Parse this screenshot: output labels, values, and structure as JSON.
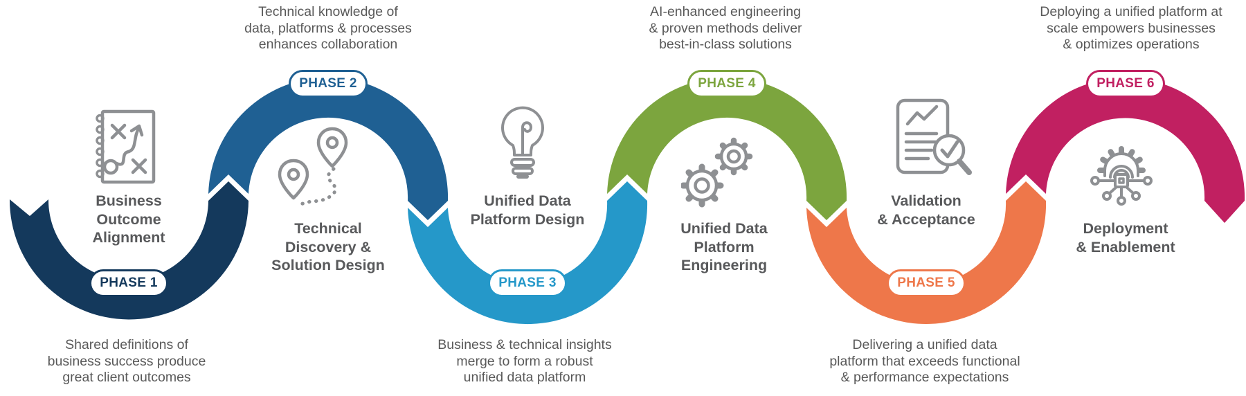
{
  "canvas": {
    "background": "#ffffff",
    "text_color": "#58595B",
    "icon_color": "#8E9093"
  },
  "phases": [
    {
      "pill": "PHASE 1",
      "color": "#14395C",
      "position": "bottom",
      "title": "Business\nOutcome\nAlignment",
      "caption": "Shared definitions of\nbusiness success produce\ngreat client outcomes",
      "icon": "strategy-notebook-icon"
    },
    {
      "pill": "PHASE 2",
      "color": "#1F6093",
      "position": "top",
      "title": "Technical\nDiscovery &\nSolution Design",
      "caption": "Technical knowledge of\ndata, platforms & processes\nenhances collaboration",
      "icon": "route-map-pins-icon"
    },
    {
      "pill": "PHASE 3",
      "color": "#2598C9",
      "position": "bottom",
      "title": "Unified Data\nPlatform Design",
      "caption": "Business & technical insights\nmerge to form a robust\nunified data platform",
      "icon": "lightbulb-icon"
    },
    {
      "pill": "PHASE 4",
      "color": "#7CA53E",
      "position": "top",
      "title": "Unified Data\nPlatform\nEngineering",
      "caption": "AI-enhanced engineering\n& proven methods deliver\nbest-in-class solutions",
      "icon": "gears-icon"
    },
    {
      "pill": "PHASE 5",
      "color": "#EE774A",
      "position": "bottom",
      "title": "Validation\n& Acceptance",
      "caption": "Delivering a unified data\nplatform that exceeds functional\n& performance expectations",
      "icon": "report-magnifier-check-icon"
    },
    {
      "pill": "PHASE 6",
      "color": "#C12061",
      "position": "top",
      "title": "Deployment\n& Enablement",
      "caption": "Deploying a unified platform at\nscale empowers businesses\n& optimizes operations",
      "icon": "gear-chip-network-icon"
    }
  ]
}
